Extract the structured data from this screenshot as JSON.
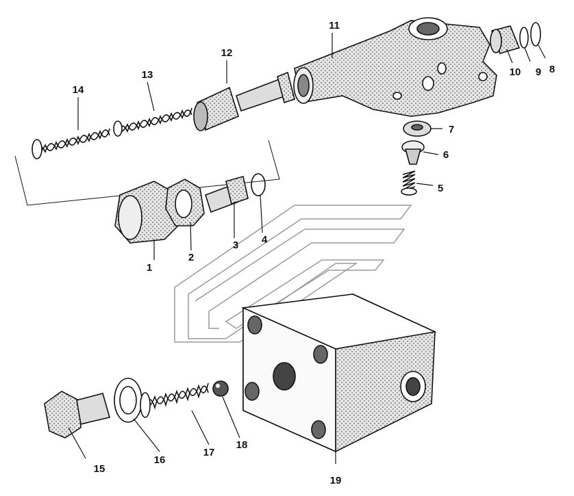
{
  "colors": {
    "ink": "#111111",
    "shade": "#d9d9d9",
    "watermark": "#9a9a9a",
    "background": "#ffffff"
  },
  "callouts": [
    {
      "id": "1",
      "label": "1"
    },
    {
      "id": "2",
      "label": "2"
    },
    {
      "id": "3",
      "label": "3"
    },
    {
      "id": "4",
      "label": "4"
    },
    {
      "id": "5",
      "label": "5"
    },
    {
      "id": "6",
      "label": "6"
    },
    {
      "id": "7",
      "label": "7"
    },
    {
      "id": "8",
      "label": "8"
    },
    {
      "id": "9",
      "label": "9"
    },
    {
      "id": "10",
      "label": "10"
    },
    {
      "id": "11",
      "label": "11"
    },
    {
      "id": "12",
      "label": "12"
    },
    {
      "id": "13",
      "label": "13"
    },
    {
      "id": "14",
      "label": "14"
    },
    {
      "id": "15",
      "label": "15"
    },
    {
      "id": "16",
      "label": "16"
    },
    {
      "id": "17",
      "label": "17"
    },
    {
      "id": "18",
      "label": "18"
    },
    {
      "id": "19",
      "label": "19"
    }
  ]
}
